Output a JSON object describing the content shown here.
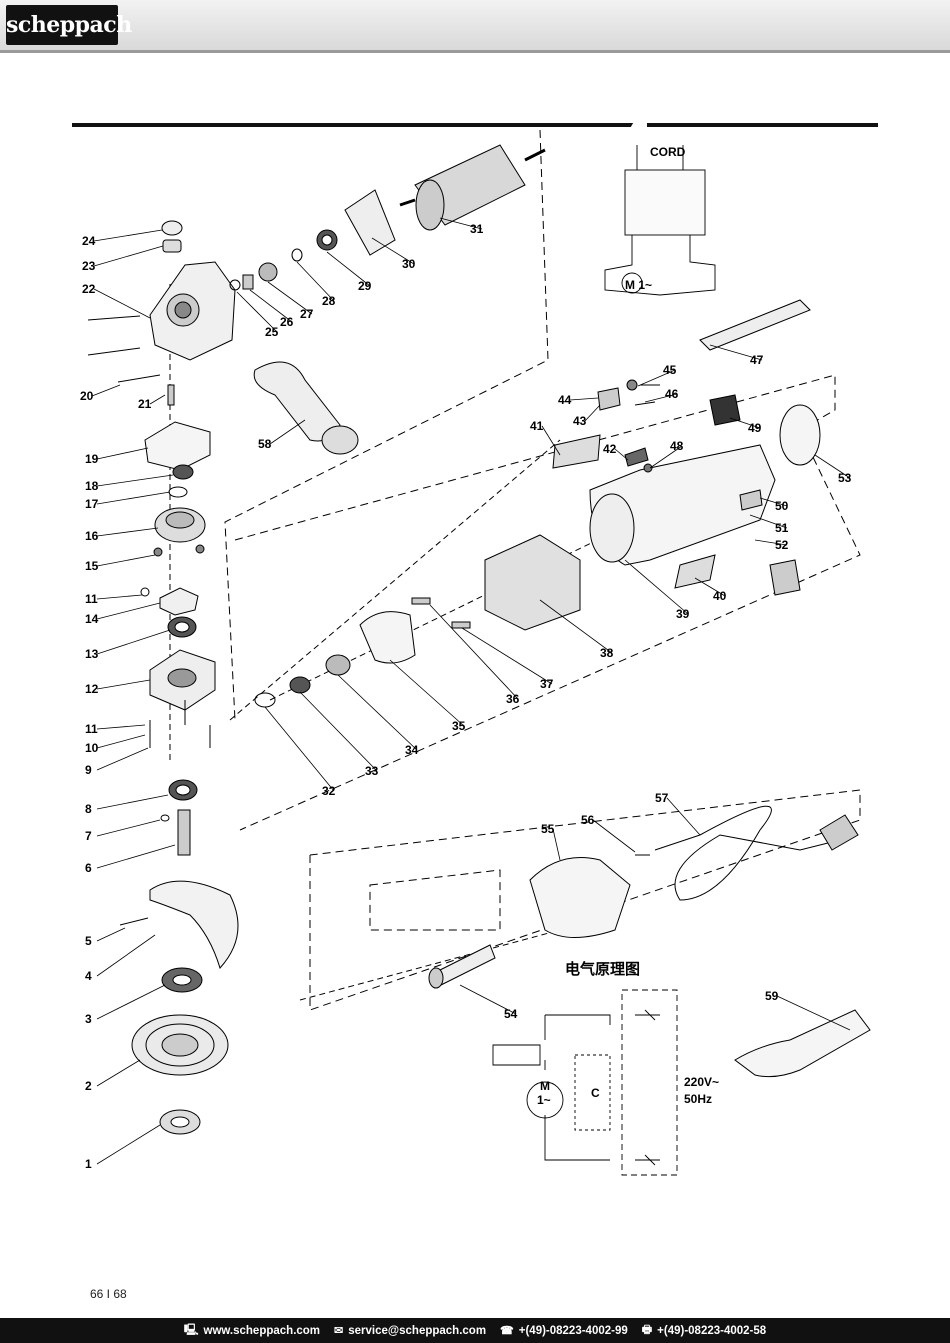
{
  "header": {
    "logo_text": "scheppach"
  },
  "diagram": {
    "part_labels": [
      "1",
      "2",
      "3",
      "4",
      "5",
      "6",
      "7",
      "8",
      "9",
      "10",
      "11",
      "11",
      "12",
      "13",
      "14",
      "15",
      "16",
      "17",
      "18",
      "19",
      "20",
      "21",
      "22",
      "23",
      "24",
      "25",
      "26",
      "27",
      "28",
      "29",
      "30",
      "31",
      "32",
      "33",
      "34",
      "35",
      "36",
      "37",
      "38",
      "39",
      "40",
      "41",
      "42",
      "43",
      "44",
      "45",
      "46",
      "47",
      "48",
      "49",
      "50",
      "51",
      "52",
      "53",
      "54",
      "55",
      "56",
      "57",
      "58",
      "59"
    ],
    "switch_diagram": {
      "cord_label": "CORD",
      "motor_label": "M 1~"
    },
    "schematic": {
      "title": "电气原理图",
      "motor_label": "M",
      "motor_phase": "1~",
      "capacitor_label": "C",
      "voltage": "220V~",
      "frequency": "50Hz"
    }
  },
  "page": {
    "number": "66 I 68"
  },
  "footer": {
    "website": "www.scheppach.com",
    "email": "service@scheppach.com",
    "phone": "+(49)-08223-4002-99",
    "fax": "+(49)-08223-4002-58",
    "icons": [
      "computer-icon",
      "mail-icon",
      "phone-icon",
      "fax-icon"
    ]
  }
}
